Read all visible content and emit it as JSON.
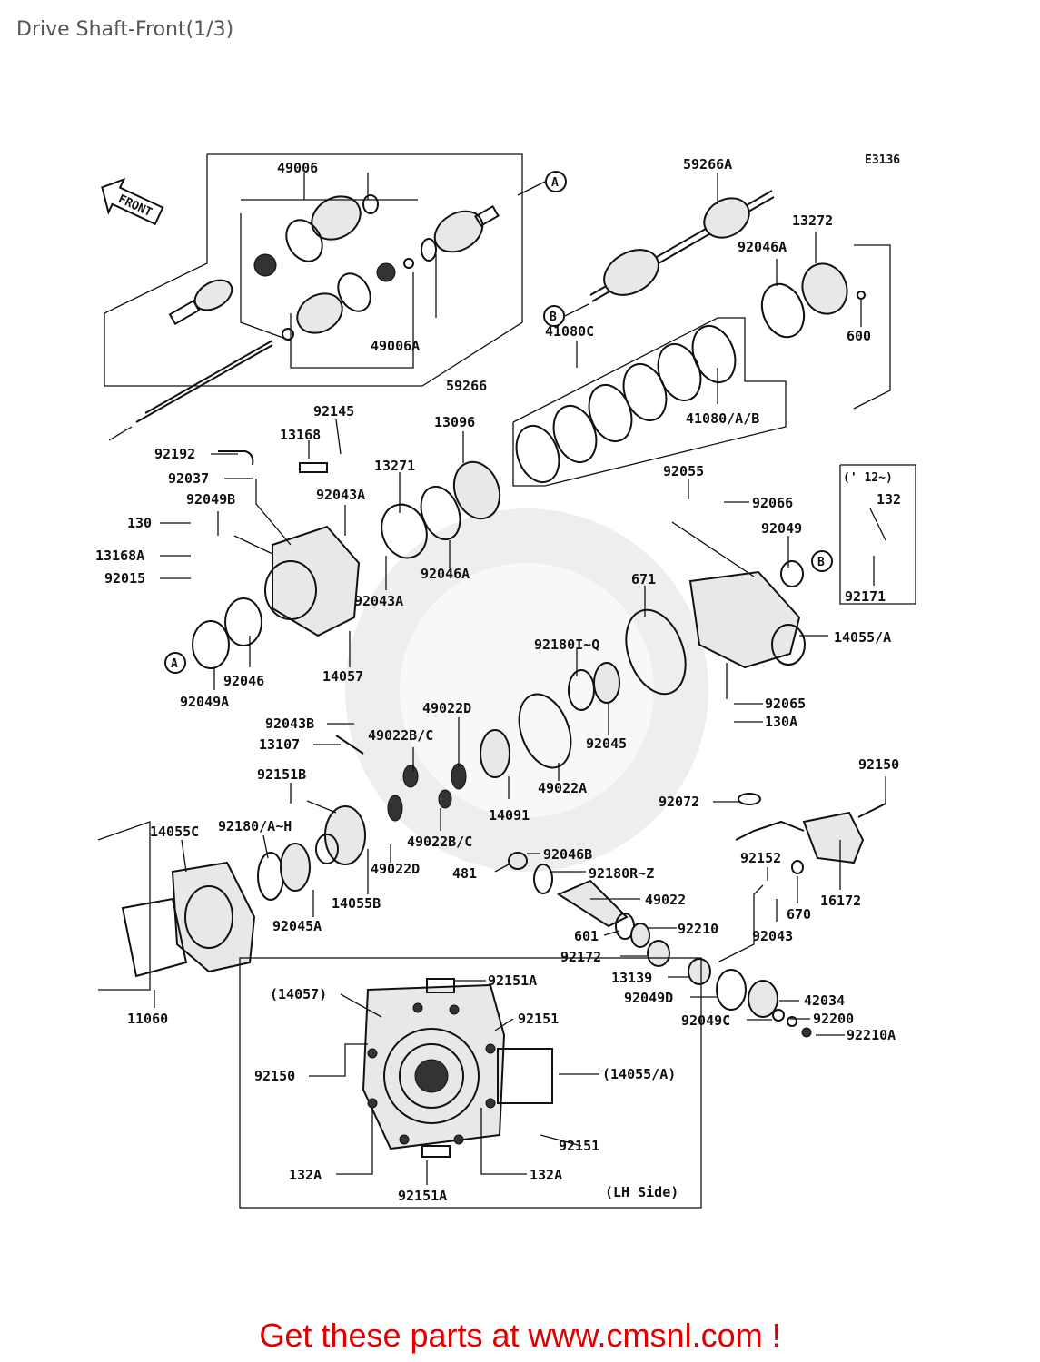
{
  "header": {
    "title": "Drive Shaft-Front(1/3)",
    "code": "E3136"
  },
  "front_indicator": "FRONT",
  "markers": {
    "a": "A",
    "b": "B"
  },
  "labels": {
    "p49006": "49006",
    "p49006A": "49006A",
    "p59266": "59266",
    "p59266A": "59266A",
    "p13272": "13272",
    "p92046A_top": "92046A",
    "p600": "600",
    "p41080C": "41080C",
    "p41080AB": "41080/A/B",
    "p92192": "92192",
    "p92037": "92037",
    "p13168": "13168",
    "p92145": "92145",
    "p13271": "13271",
    "p13096": "13096",
    "p92043A_a": "92043A",
    "p92049B": "92049B",
    "p130": "130",
    "p13168A": "13168A",
    "p92015": "92015",
    "p92043A_b": "92043A",
    "p92046A_mid": "92046A",
    "p14057": "14057",
    "p92046": "92046",
    "p92049A": "92049A",
    "p92055": "92055",
    "p92066": "92066",
    "p92049": "92049",
    "p12": "(' 12~)",
    "p132": "132",
    "p92171": "92171",
    "p671": "671",
    "p14055A": "14055/A",
    "p92180IQ": "92180I~Q",
    "p92045_r": "92045",
    "p92065": "92065",
    "p130A": "130A",
    "p49022D_a": "49022D",
    "p92043B": "92043B",
    "p49022BC_a": "49022B/C",
    "p13107": "13107",
    "p14091": "14091",
    "p49022A": "49022A",
    "p92150_r": "92150",
    "p92072": "92072",
    "p92151B": "92151B",
    "p14055C": "14055C",
    "p92180AH": "92180/A~H",
    "p49022BC_b": "49022B/C",
    "p92046B": "92046B",
    "p481": "481",
    "p92180RZ": "92180R~Z",
    "p49022D_b": "49022D",
    "p14055B": "14055B",
    "p92045A": "92045A",
    "p92152": "92152",
    "p16172": "16172",
    "p670": "670",
    "p49022": "49022",
    "p92043": "92043",
    "p601": "601",
    "p92210": "92210",
    "p92172": "92172",
    "p11060": "11060",
    "p13139": "13139",
    "p42034": "42034",
    "p92049D": "92049D",
    "p92200": "92200",
    "p92049C": "92049C",
    "p92210A": "92210A",
    "p14057_paren": "(14057)",
    "p92151A_t": "92151A",
    "p92151_a": "92151",
    "p92150_l": "92150",
    "p14055A_paren": "(14055/A)",
    "p92151_b": "92151",
    "p132A_l": "132A",
    "p132A_r": "132A",
    "p92151A_b": "92151A",
    "pLHSide": "(LH Side)"
  },
  "footer": {
    "link_text": "Get these parts at www.cmsnl.com !"
  },
  "colors": {
    "footer_link": "#dd0000",
    "title": "#555555",
    "line": "#111111"
  }
}
